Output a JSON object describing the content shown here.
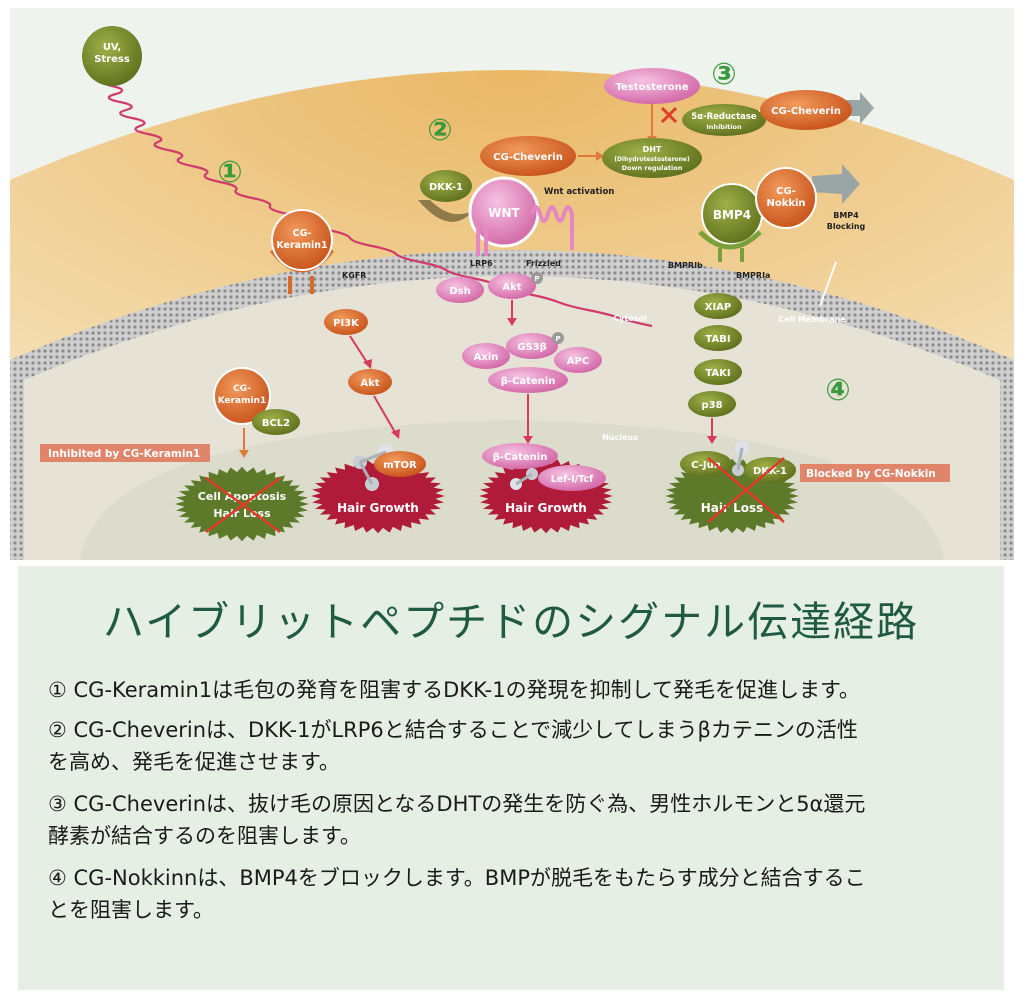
{
  "diagram": {
    "labels": {
      "uv_stress": [
        "UV,",
        "Stress"
      ],
      "num1": "①",
      "num2": "②",
      "num3": "③",
      "num4": "④",
      "testosterone": "Testosterone",
      "reductase": [
        "5α-Reductase",
        "Inhibition"
      ],
      "cg_cheverin_top": "CG-Cheverin",
      "cg_cheverin_mid": "CG-Cheverin",
      "dht": [
        "DHT",
        "(Dihydrotestosterone)",
        "Down regulation"
      ],
      "dkk1": "DKK-1",
      "wnt": "WNT",
      "wnt_activation": "Wnt activation",
      "bmp4": "BMP4",
      "cg_nokkin": [
        "CG-",
        "Nokkin"
      ],
      "bmp4_blocking": [
        "BMP4",
        "Blocking"
      ],
      "cg_keramin_top": [
        "CG-",
        "Keramin1"
      ],
      "kgfr": "KGFR",
      "lrp6": "LRP6",
      "frizzled": "Frizzled",
      "bmprib": "BMPRIb",
      "bmpria": "BMPRIa",
      "dsh": "Dsh",
      "akt_wnt": "Akt",
      "p1": "P",
      "p2": "P",
      "pi3k": "PI3K",
      "akt_left": "Akt",
      "cytosol": "Cytosol",
      "cell_membrane": "Cell Membrane",
      "xiap": "XIAP",
      "tabi": "TABI",
      "taki": "TAKI",
      "p38": "p38",
      "axin": "Axin",
      "gs3b": "GS3β",
      "apc": "APC",
      "b_catenin": "β-Catenin",
      "cg_keramin_low": [
        "CG-",
        "Keramin1"
      ],
      "bcl2": "BCL2",
      "nucleus": "Nucleus",
      "inhibited": "Inhibited by CG-Keramin1",
      "blocked": "Blocked by CG-Nokkin",
      "apoptosis": [
        "Cell Apoptosis",
        "Hair Loss"
      ],
      "mtor": "mTOR",
      "hair_growth_1": "Hair Growth",
      "b_catenin_nuc": "β-Catenin",
      "lef": "Lef-I/Tcf",
      "hair_growth_2": "Hair Growth",
      "cjun": "C-Jun",
      "dkk1_nuc": "DKK-1",
      "hair_loss": "Hair Loss"
    },
    "colors": {
      "background_sky": "#eef3ee",
      "cell_outer": "#f2d9a0",
      "cytosol": "#e6e2d6",
      "nucleus": "#dcdccd",
      "orange_node": "#d86a2c",
      "pink_node": "#e587c2",
      "olive_node": "#7a8b2d",
      "green_num": "#3a9a3c",
      "growth_red": "#b01b3a",
      "loss_green": "#5c7a2a",
      "spring": "#d03a6e"
    }
  },
  "text": {
    "title": "ハイブリットペプチドのシグナル伝達経路",
    "items": [
      {
        "lines": [
          "① CG-Keramin1は毛包の発育を阻害するDKK-1の発現を抑制して発毛を促進します。"
        ]
      },
      {
        "lines": [
          "② CG-Cheverinは、DKK-1がLRP6と結合することで減少してしまうβカテニンの活性",
          "を高め、発毛を促進させます。"
        ]
      },
      {
        "lines": [
          "③ CG-Cheverinは、抜け毛の原因となるDHTの発生を防ぐ為、男性ホルモンと5α還元",
          "酵素が結合するのを阻害します。"
        ]
      },
      {
        "lines": [
          "④ CG-Nokkinnは、BMP4をブロックします。BMPが脱毛をもたらす成分と結合するこ",
          "とを阻害します。"
        ]
      }
    ]
  }
}
